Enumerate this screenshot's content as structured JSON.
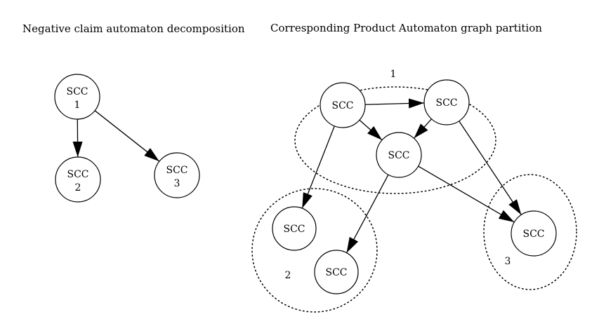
{
  "left_diagram": {
    "title": "Negative claim automaton decomposition",
    "nodes": [
      {
        "id": "scc1",
        "label": "SCC",
        "sublabel": "1"
      },
      {
        "id": "scc2",
        "label": "SCC",
        "sublabel": "2"
      },
      {
        "id": "scc3",
        "label": "SCC",
        "sublabel": "3"
      }
    ],
    "edges": [
      {
        "from": "scc1",
        "to": "scc2"
      },
      {
        "from": "scc1",
        "to": "scc3"
      }
    ]
  },
  "right_diagram": {
    "title": "Corresponding Product Automaton graph partition",
    "partitions": [
      {
        "id": "p1",
        "label": "1"
      },
      {
        "id": "p2",
        "label": "2"
      },
      {
        "id": "p3",
        "label": "3"
      }
    ],
    "nodes": [
      {
        "id": "a",
        "label": "SCC"
      },
      {
        "id": "b",
        "label": "SCC"
      },
      {
        "id": "c",
        "label": "SCC"
      },
      {
        "id": "d",
        "label": "SCC"
      },
      {
        "id": "e",
        "label": "SCC"
      },
      {
        "id": "f",
        "label": "SCC"
      }
    ],
    "edges": [
      {
        "from": "a",
        "to": "b"
      },
      {
        "from": "a",
        "to": "c"
      },
      {
        "from": "b",
        "to": "c"
      },
      {
        "from": "a",
        "to": "d"
      },
      {
        "from": "c",
        "to": "e"
      },
      {
        "from": "c",
        "to": "f"
      },
      {
        "from": "b",
        "to": "f"
      }
    ]
  }
}
